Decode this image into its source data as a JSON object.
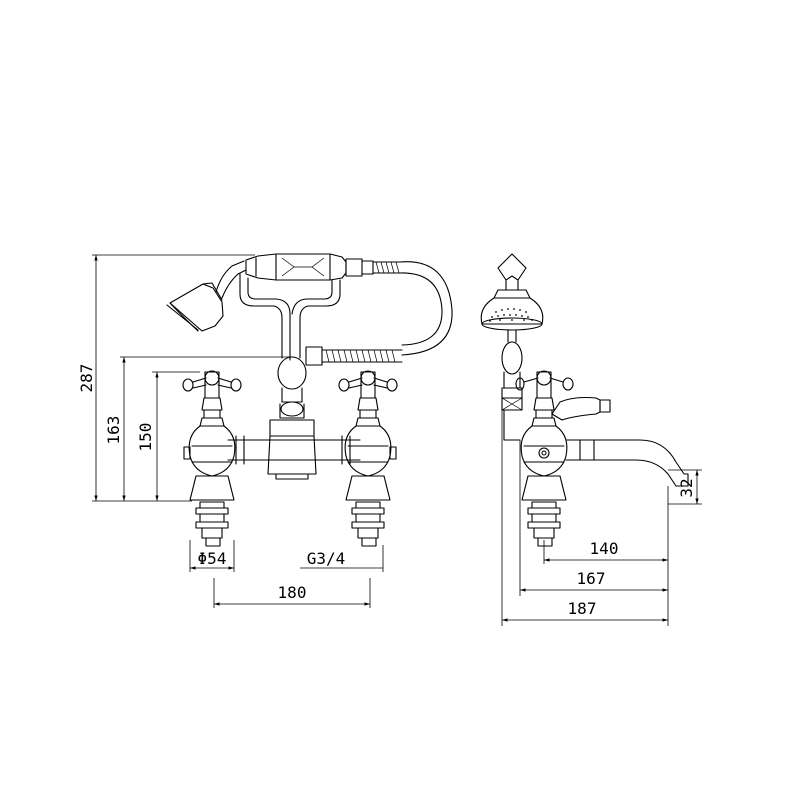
{
  "front_view": {
    "height_total": "287",
    "height_outlet": "163",
    "height_handles": "150",
    "base_diameter": "Φ54",
    "thread": "G3/4",
    "centres": "180"
  },
  "side_view": {
    "spout_height": "32",
    "reach_140": "140",
    "reach_167": "167",
    "reach_187": "187"
  }
}
